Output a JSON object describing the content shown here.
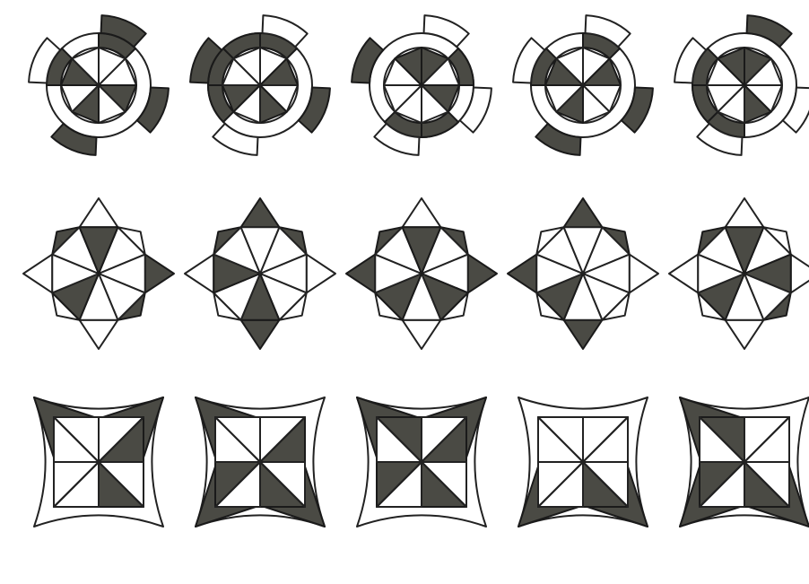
{
  "figure": {
    "rows": [
      {
        "style": "wheel",
        "panels": [
          {
            "dark_inner": [
              2,
              4,
              6
            ],
            "dark_outer": [
              0,
              3,
              5
            ],
            "dark_ring": [
              0,
              6
            ]
          },
          {
            "dark_inner": [
              1,
              3,
              5
            ],
            "dark_outer": [
              2,
              6
            ],
            "dark_ring": [
              5,
              6,
              7,
              0
            ]
          },
          {
            "dark_inner": [
              0,
              2,
              7
            ],
            "dark_outer": [
              7
            ],
            "dark_ring": [
              3,
              4,
              1
            ]
          },
          {
            "dark_inner": [
              1,
              4,
              6
            ],
            "dark_outer": [
              3,
              5
            ],
            "dark_ring": [
              0,
              6
            ]
          },
          {
            "dark_inner": [
              0,
              3,
              7
            ],
            "dark_outer": [
              1
            ],
            "dark_ring": [
              4,
              5,
              6
            ]
          }
        ]
      },
      {
        "style": "star",
        "panels": [
          {
            "dark_inner": [
              4,
              7
            ],
            "dark_spikes": [
              1,
              2,
              6
            ]
          },
          {
            "dark_inner": [
              5,
              3
            ],
            "dark_spikes": [
              0,
              3,
              6,
              7
            ]
          },
          {
            "dark_inner": [
              2,
              4,
              7
            ],
            "dark_spikes": [
              0,
              1,
              5,
              6
            ]
          },
          {
            "dark_inner": [
              4
            ],
            "dark_spikes": [
              0,
              3,
              5,
              7
            ]
          },
          {
            "dark_inner": [
              1,
              4,
              7
            ],
            "dark_spikes": [
              2,
              6
            ]
          }
        ]
      },
      {
        "style": "square",
        "panels": [
          {
            "dark_tri": [
              1,
              2
            ],
            "dark_corners": [
              0,
              1
            ]
          },
          {
            "dark_tri": [
              1,
              2,
              3
            ],
            "dark_corners": [
              0,
              2,
              3
            ]
          },
          {
            "dark_tri": [
              0,
              1,
              2,
              3
            ],
            "dark_corners": [
              0,
              1
            ]
          },
          {
            "dark_tri": [
              2
            ],
            "dark_corners": [
              2,
              3
            ]
          },
          {
            "dark_tri": [
              0,
              2,
              3
            ],
            "dark_corners": [
              0,
              2,
              3
            ]
          }
        ]
      }
    ]
  }
}
